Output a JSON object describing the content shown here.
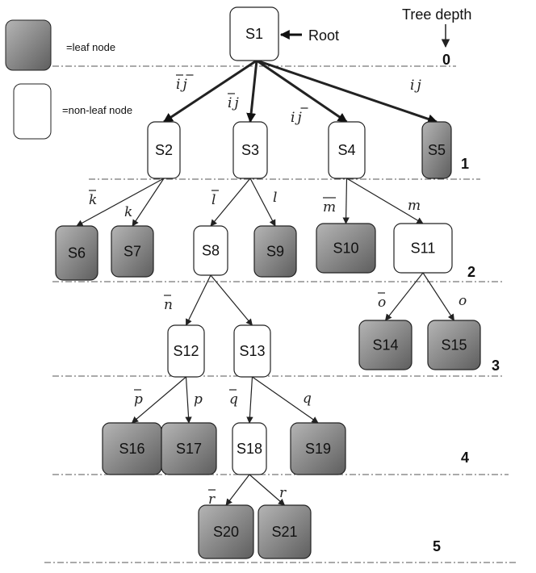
{
  "legend": {
    "leaf_label": "=leaf node",
    "nonleaf_label": "=non-leaf node"
  },
  "root_label": "Root",
  "tree_depth_label": "Tree depth",
  "depths": [
    "0",
    "1",
    "2",
    "3",
    "4",
    "5"
  ],
  "nodes": [
    {
      "id": "S1",
      "leaf": false
    },
    {
      "id": "S2",
      "leaf": false
    },
    {
      "id": "S3",
      "leaf": false
    },
    {
      "id": "S4",
      "leaf": false
    },
    {
      "id": "S5",
      "leaf": true
    },
    {
      "id": "S6",
      "leaf": true
    },
    {
      "id": "S7",
      "leaf": true
    },
    {
      "id": "S8",
      "leaf": false
    },
    {
      "id": "S9",
      "leaf": true
    },
    {
      "id": "S10",
      "leaf": true
    },
    {
      "id": "S11",
      "leaf": false
    },
    {
      "id": "S12",
      "leaf": false
    },
    {
      "id": "S13",
      "leaf": false
    },
    {
      "id": "S14",
      "leaf": true
    },
    {
      "id": "S15",
      "leaf": true
    },
    {
      "id": "S16",
      "leaf": true
    },
    {
      "id": "S17",
      "leaf": true
    },
    {
      "id": "S18",
      "leaf": false
    },
    {
      "id": "S19",
      "leaf": true
    },
    {
      "id": "S20",
      "leaf": true
    },
    {
      "id": "S21",
      "leaf": true
    }
  ],
  "edges": [
    {
      "from": "S1",
      "to": "S2",
      "label": "ij",
      "over": [
        0,
        1
      ]
    },
    {
      "from": "S1",
      "to": "S3",
      "label": "ij",
      "over": [
        0
      ]
    },
    {
      "from": "S1",
      "to": "S4",
      "label": "ij",
      "over": [
        1
      ]
    },
    {
      "from": "S1",
      "to": "S5",
      "label": "ij",
      "over": []
    },
    {
      "from": "S2",
      "to": "S6",
      "label": "k",
      "over": [
        0
      ]
    },
    {
      "from": "S2",
      "to": "S7",
      "label": "k",
      "over": []
    },
    {
      "from": "S3",
      "to": "S8",
      "label": "l",
      "over": [
        0
      ]
    },
    {
      "from": "S3",
      "to": "S9",
      "label": "l",
      "over": []
    },
    {
      "from": "S4",
      "to": "S10",
      "label": "m",
      "over": [
        0
      ]
    },
    {
      "from": "S4",
      "to": "S11",
      "label": "m",
      "over": []
    },
    {
      "from": "S8",
      "to": "S12",
      "label": "n",
      "over": [
        0
      ]
    },
    {
      "from": "S8",
      "to": "S13",
      "label": "",
      "over": []
    },
    {
      "from": "S11",
      "to": "S14",
      "label": "o",
      "over": [
        0
      ]
    },
    {
      "from": "S11",
      "to": "S15",
      "label": "o",
      "over": []
    },
    {
      "from": "S12",
      "to": "S16",
      "label": "p",
      "over": [
        0
      ]
    },
    {
      "from": "S12",
      "to": "S17",
      "label": "p",
      "over": []
    },
    {
      "from": "S13",
      "to": "S18",
      "label": "q",
      "over": [
        0
      ]
    },
    {
      "from": "S13",
      "to": "S19",
      "label": "q",
      "over": []
    },
    {
      "from": "S18",
      "to": "S20",
      "label": "r",
      "over": [
        0
      ]
    },
    {
      "from": "S18",
      "to": "S21",
      "label": "r",
      "over": []
    }
  ],
  "colors": {
    "leaf_light": "#b5b5b5",
    "leaf_dark": "#5e5e5e",
    "line": "#222222"
  }
}
